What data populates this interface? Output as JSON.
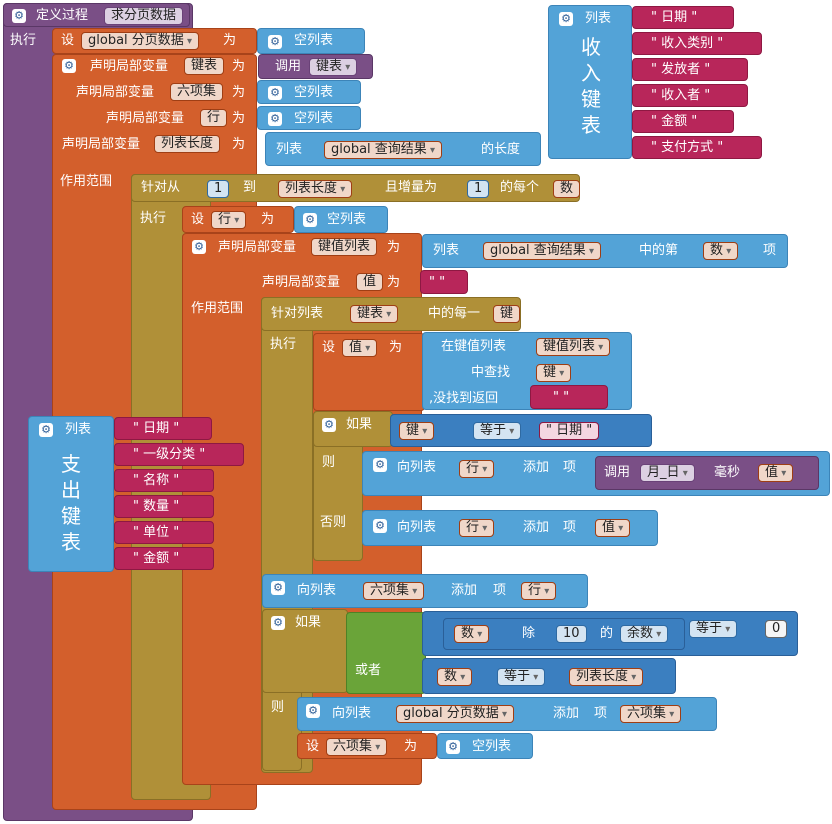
{
  "proc": {
    "header": "定义过程",
    "name": "求分页数据",
    "do": "执行"
  },
  "set1": {
    "set": "设",
    "var": "global 分页数据",
    "to": "为",
    "empty": "空列表"
  },
  "local1": {
    "decl": "声明局部变量",
    "name": "键表",
    "to": "为",
    "call": "调用",
    "callee": "键表"
  },
  "local2": {
    "decl": "声明局部变量",
    "name": "六项集",
    "to": "为",
    "empty": "空列表"
  },
  "local3": {
    "decl": "声明局部变量",
    "name": "行",
    "to": "为",
    "empty": "空列表"
  },
  "local4": {
    "decl": "声明局部变量",
    "name": "列表长度",
    "to": "为",
    "list": "列表",
    "ref": "global 查询结果",
    "length": "的长度"
  },
  "scope": "作用范围",
  "forRange": {
    "from": "针对从",
    "start": "1",
    "to": "到",
    "end": "列表长度",
    "step_label": "且增量为",
    "step": "1",
    "each": "的每个",
    "var": "数",
    "do": "执行"
  },
  "setRow": {
    "set": "设",
    "var": "行",
    "to": "为",
    "empty": "空列表"
  },
  "local5": {
    "decl": "声明局部变量",
    "name": "键值列表",
    "to": "为",
    "list": "列表",
    "ref": "global 查询结果",
    "mid": "中的第",
    "index": "数",
    "item": "项"
  },
  "local6": {
    "decl": "声明局部变量",
    "name": "值",
    "to": "为",
    "str": "\" \""
  },
  "scope2": "作用范围",
  "forEach": {
    "label": "针对列表",
    "list": "键表",
    "each": "中的每一",
    "var": "键",
    "do": "执行"
  },
  "setVal": {
    "set": "设",
    "var": "值",
    "to": "为",
    "lookup": "在键值列表",
    "pairs": "键值列表",
    "find": "中查找",
    "key": "键",
    "notfound": ",没找到返回",
    "default": "\" \""
  },
  "if1": {
    "if": "如果",
    "a": "键",
    "op": "等于",
    "b": "\" 日期 \"",
    "then": "则",
    "else": "否则"
  },
  "add1": {
    "label": "向列表",
    "list": "行",
    "add": "添加",
    "item": "项",
    "call": "调用",
    "fn": "月_日",
    "ms": "毫秒",
    "arg": "值"
  },
  "add2": {
    "label": "向列表",
    "list": "行",
    "add": "添加",
    "item": "项",
    "arg": "值"
  },
  "add3": {
    "label": "向列表",
    "list": "六项集",
    "add": "添加",
    "item": "项",
    "arg": "行"
  },
  "if2": {
    "if": "如果",
    "n": "数",
    "mod": "除",
    "d": "10",
    "of": "的",
    "rem": "余数",
    "eq": "等于",
    "zero": "0",
    "or": "或者",
    "n2": "数",
    "eq2": "等于",
    "len": "列表长度",
    "then": "则"
  },
  "add4": {
    "label": "向列表",
    "list": "global 分页数据",
    "add": "添加",
    "item": "项",
    "arg": "六项集"
  },
  "setSix": {
    "set": "设",
    "var": "六项集",
    "to": "为",
    "empty": "空列表"
  },
  "incomeKeys": {
    "list_label": "列表",
    "title": [
      "收",
      "入",
      "键",
      "表"
    ],
    "items": [
      "\" 日期 \"",
      "\" 收入类别 \"",
      "\" 发放者 \"",
      "\" 收入者 \"",
      "\" 金额 \"",
      "\" 支付方式 \""
    ]
  },
  "expenseKeys": {
    "list_label": "列表",
    "title": [
      "支",
      "出",
      "键",
      "表"
    ],
    "items": [
      "\" 日期 \"",
      "\" 一级分类 \"",
      "\" 名称 \"",
      "\" 数量 \"",
      "\" 单位 \"",
      "\" 金额 \""
    ]
  }
}
